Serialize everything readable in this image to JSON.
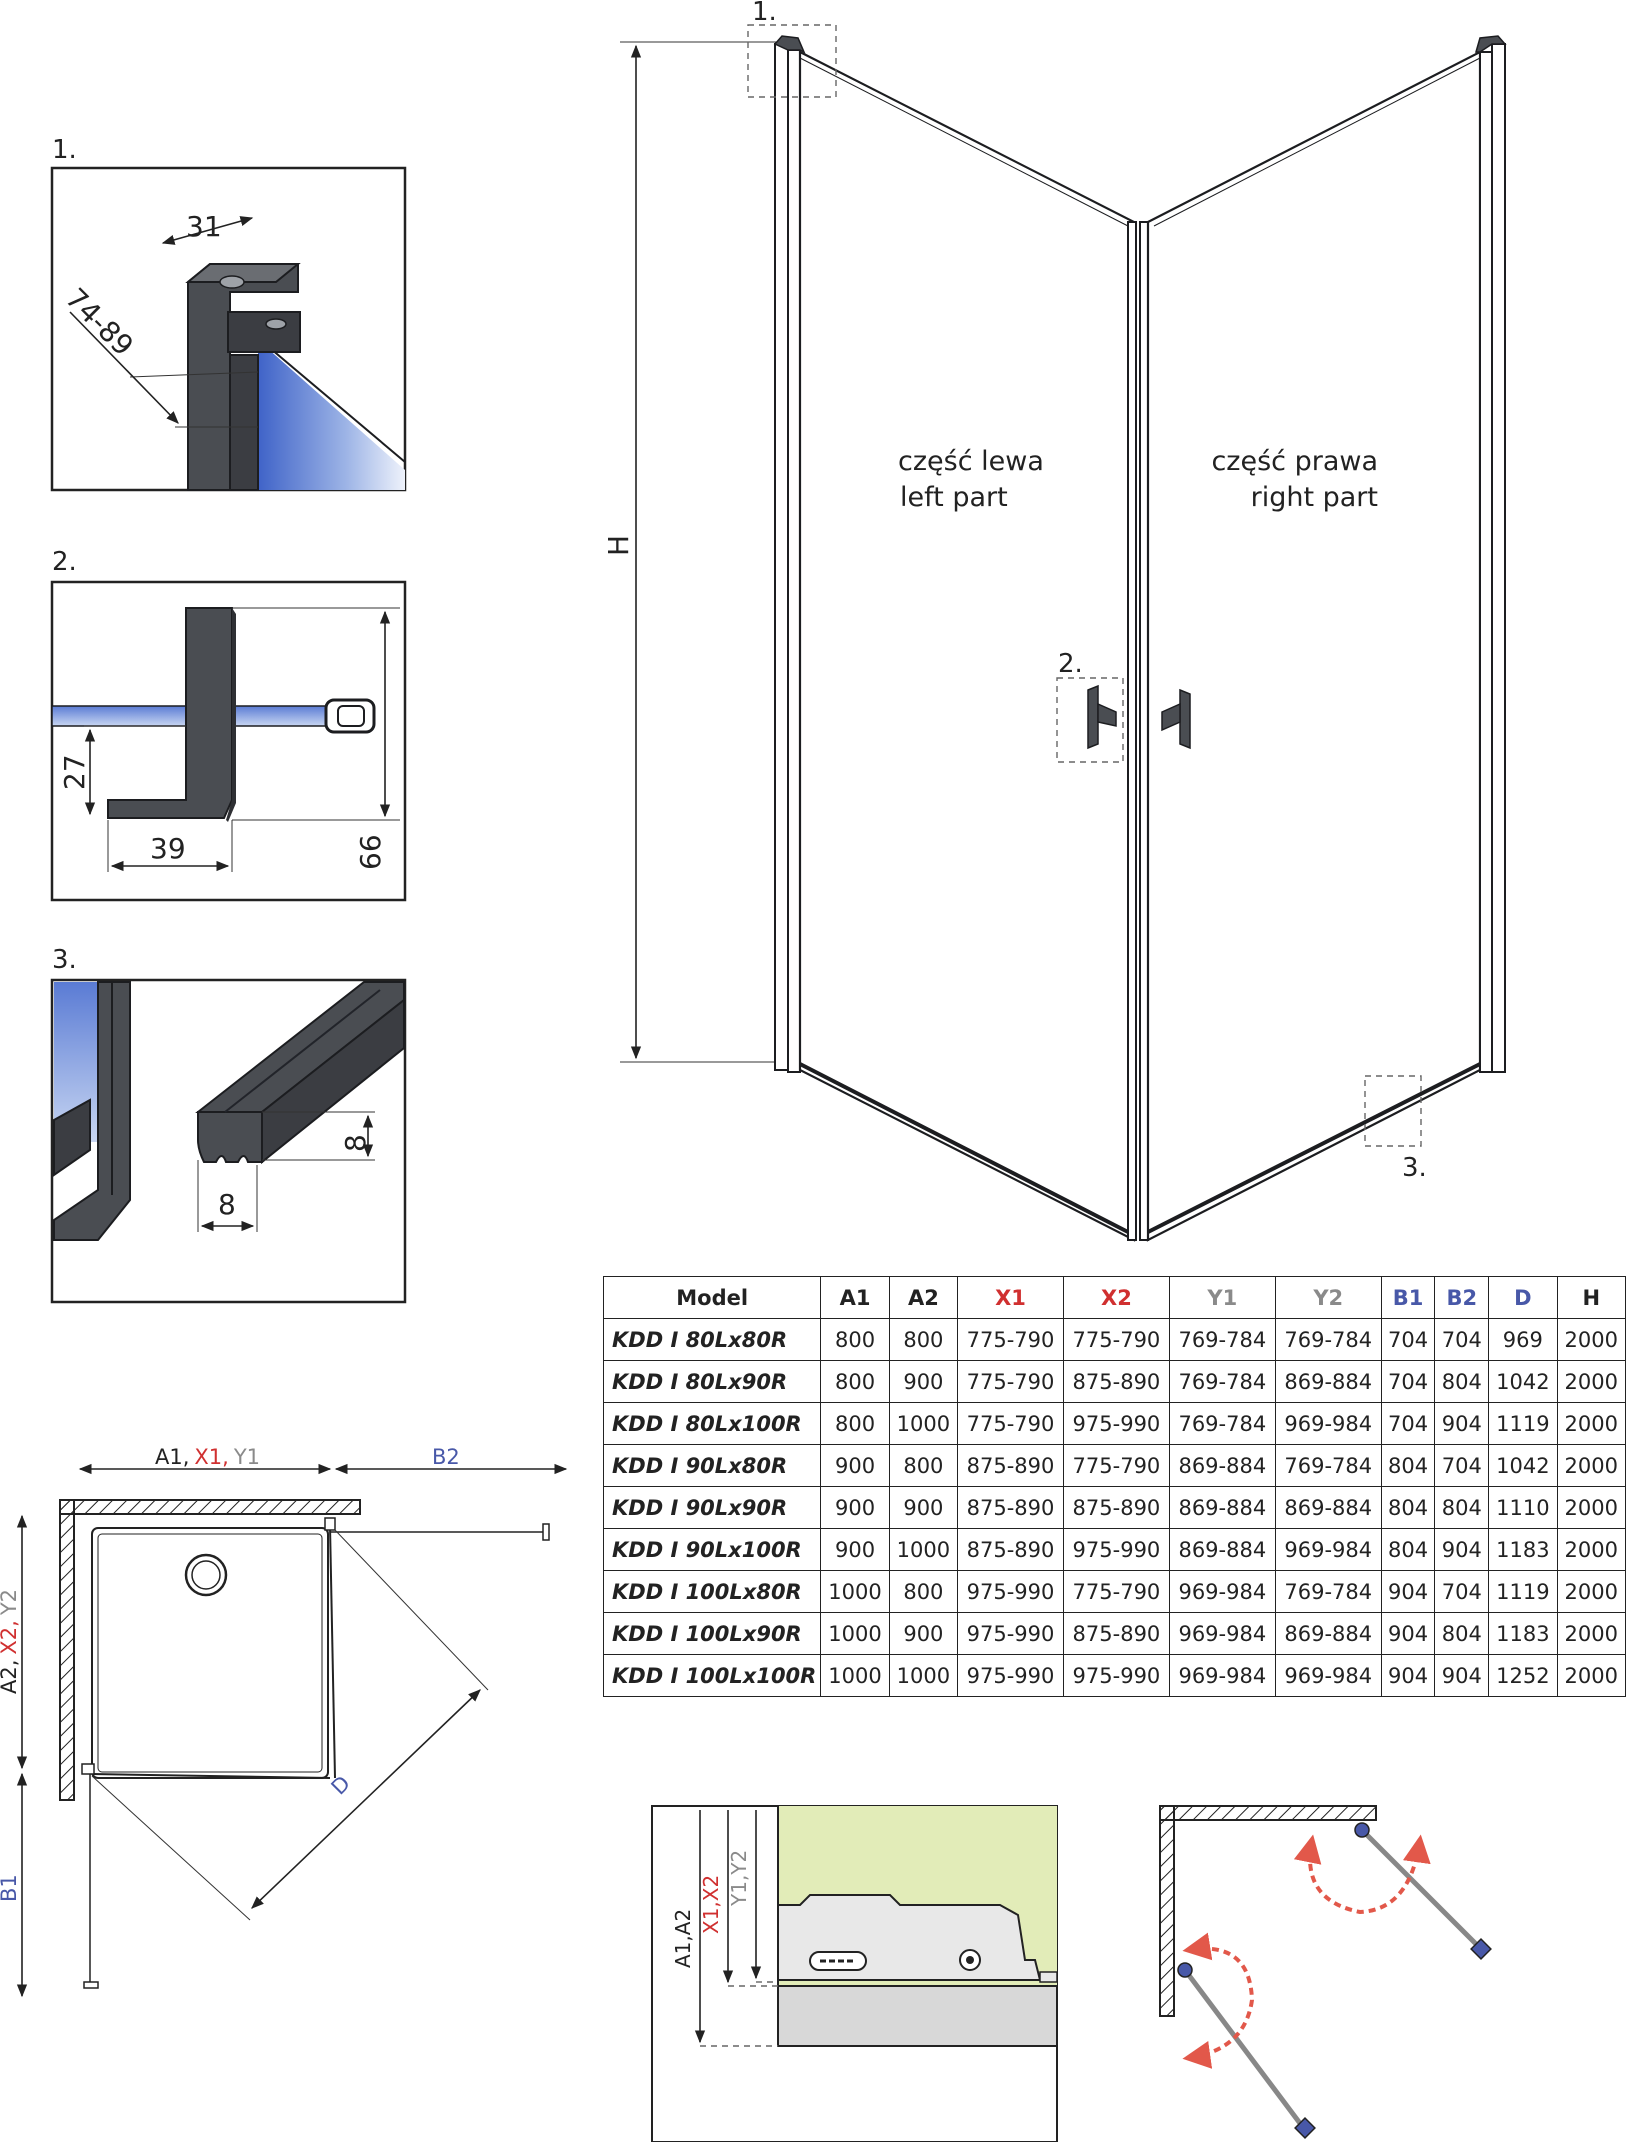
{
  "colors": {
    "x_columns": "#d03030",
    "y_columns": "#8a8a8a",
    "b_d_columns": "#4858a8",
    "glass": "#6f8fd8",
    "profile": "#4a4d52",
    "wall_fill": "#e2ecb8",
    "swing_arrow": "#e2584a"
  },
  "details": {
    "d1": {
      "label": "1.",
      "dim_width": "31",
      "dim_range": "74-89"
    },
    "d2": {
      "label": "2.",
      "dim_a": "27",
      "dim_b": "39",
      "dim_c": "66"
    },
    "d3": {
      "label": "3.",
      "dim_a": "8",
      "dim_b": "8"
    }
  },
  "main": {
    "callout_1": "1.",
    "callout_2": "2.",
    "callout_3": "3.",
    "height_label": "H",
    "left_pl": "część lewa",
    "left_en": "left part",
    "right_pl": "część prawa",
    "right_en": "right part"
  },
  "plan": {
    "top_a1": "A1,",
    "top_x1": "X1,",
    "top_y1": "Y1",
    "top_b2": "B2",
    "side_a2": "A2,",
    "side_x2": "X2,",
    "side_y2": "Y2",
    "side_b1": "B1",
    "diag_d": "D"
  },
  "section": {
    "label_a": "A1,A2",
    "label_x": "X1,X2",
    "label_y": "Y1,Y2"
  },
  "table": {
    "headers": [
      "Model",
      "A1",
      "A2",
      "X1",
      "X2",
      "Y1",
      "Y2",
      "B1",
      "B2",
      "D",
      "H"
    ],
    "rows": [
      [
        "KDD I 80Lx80R",
        "800",
        "800",
        "775-790",
        "775-790",
        "769-784",
        "769-784",
        "704",
        "704",
        "969",
        "2000"
      ],
      [
        "KDD I 80Lx90R",
        "800",
        "900",
        "775-790",
        "875-890",
        "769-784",
        "869-884",
        "704",
        "804",
        "1042",
        "2000"
      ],
      [
        "KDD I 80Lx100R",
        "800",
        "1000",
        "775-790",
        "975-990",
        "769-784",
        "969-984",
        "704",
        "904",
        "1119",
        "2000"
      ],
      [
        "KDD I 90Lx80R",
        "900",
        "800",
        "875-890",
        "775-790",
        "869-884",
        "769-784",
        "804",
        "704",
        "1042",
        "2000"
      ],
      [
        "KDD I 90Lx90R",
        "900",
        "900",
        "875-890",
        "875-890",
        "869-884",
        "869-884",
        "804",
        "804",
        "1110",
        "2000"
      ],
      [
        "KDD I 90Lx100R",
        "900",
        "1000",
        "875-890",
        "975-990",
        "869-884",
        "969-984",
        "804",
        "904",
        "1183",
        "2000"
      ],
      [
        "KDD I 100Lx80R",
        "1000",
        "800",
        "975-990",
        "775-790",
        "969-984",
        "769-784",
        "904",
        "704",
        "1119",
        "2000"
      ],
      [
        "KDD I 100Lx90R",
        "1000",
        "900",
        "975-990",
        "875-890",
        "969-984",
        "869-884",
        "904",
        "804",
        "1183",
        "2000"
      ],
      [
        "KDD I 100Lx100R",
        "1000",
        "1000",
        "975-990",
        "975-990",
        "969-984",
        "969-984",
        "904",
        "904",
        "1252",
        "2000"
      ]
    ]
  }
}
